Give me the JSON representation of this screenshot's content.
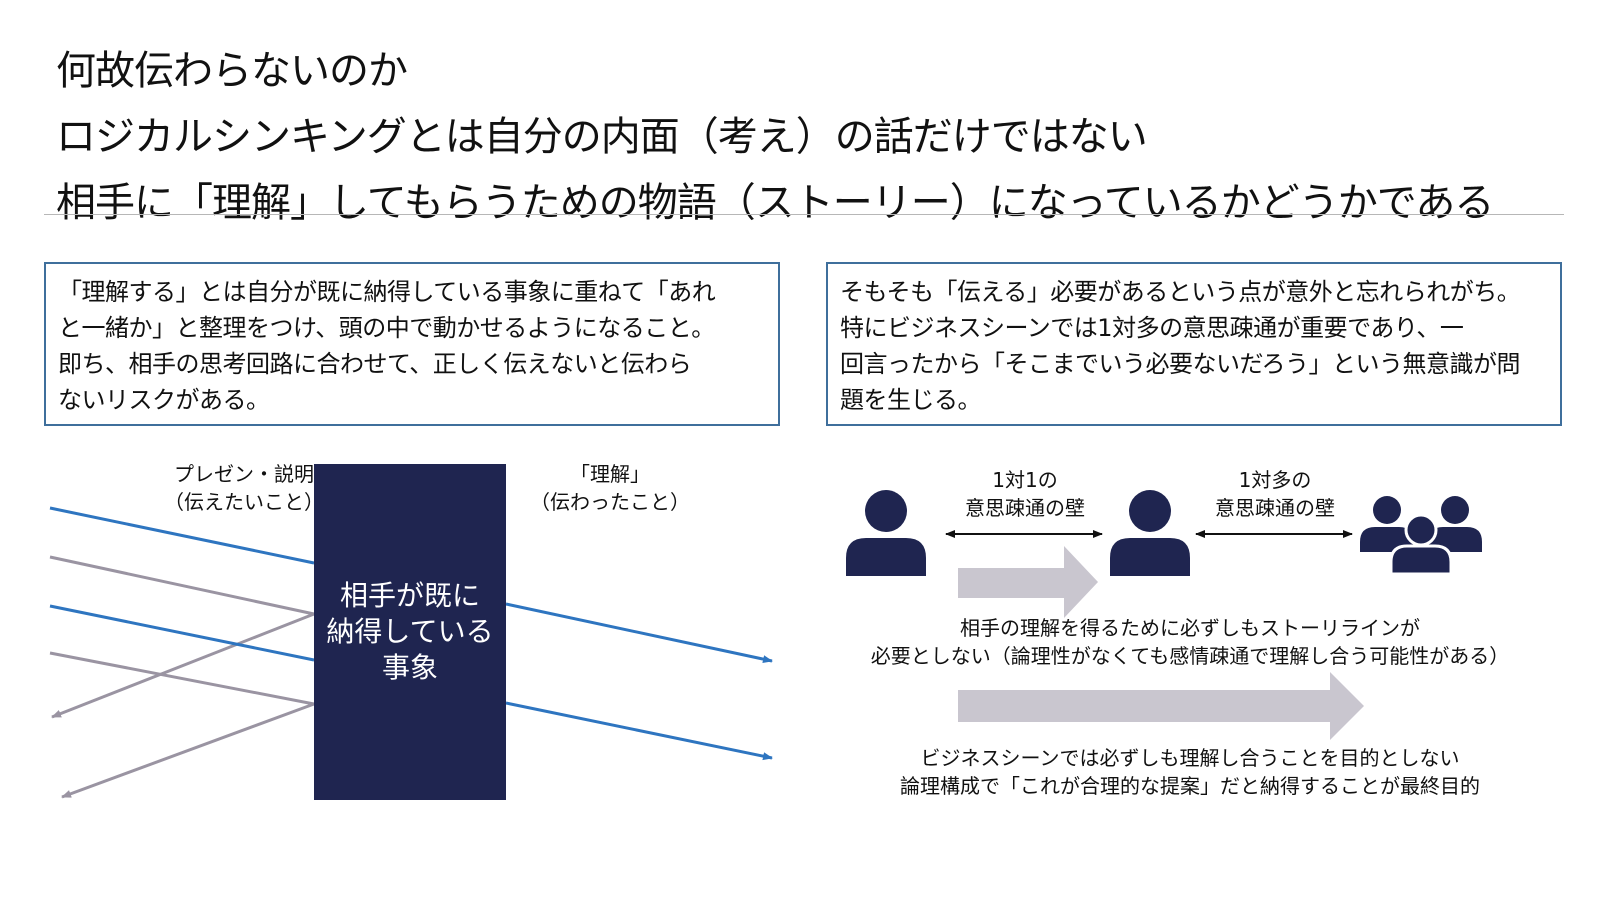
{
  "title": {
    "line1": "何故伝わらないのか",
    "line2": "ロジカルシンキングとは自分の内面（考え）の話だけではない",
    "line3": "相手に「理解」してもらうための物語（ストーリー）になっているかどうかである"
  },
  "left_box": {
    "lines": [
      "「理解する」とは自分が既に納得している事象に重ねて「あれ",
      "と一緒か」と整理をつけ、頭の中で動かせるようになること。",
      "即ち、相手の思考回路に合わせて、正しく伝えないと伝わら",
      "ないリスクがある。"
    ]
  },
  "right_box": {
    "lines": [
      "そもそも「伝える」必要があるという点が意外と忘れられがち。",
      "特にビジネスシーンでは1対多の意思疎通が重要であり、一",
      "回言ったから「そこまでいう必要ないだろう」という無意識が問",
      "題を生じる。"
    ]
  },
  "left_diagram": {
    "input_label": [
      "プレゼン・説明",
      "（伝えたいこと）"
    ],
    "output_label": [
      "「理解」",
      "（伝わったこと）"
    ],
    "core_lines": [
      "相手が既に",
      "納得している",
      "事象"
    ],
    "colors": {
      "pass": "#2e75c0",
      "reflect": "#9a94a2",
      "core": "#1f2550"
    }
  },
  "right_diagram": {
    "wall1": [
      "1対1の",
      "意思疎通の壁"
    ],
    "wall2": [
      "1対多の",
      "意思疎通の壁"
    ],
    "caption1": [
      "相手の理解を得るために必ずしもストーリラインが",
      "必要としない（論理性がなくても感情疎通で理解し合う可能性がある）"
    ],
    "caption2": [
      "ビジネスシーンでは必ずしも理解し合うことを目的としない",
      "論理構成で「これが合理的な提案」だと納得することが最終目的"
    ],
    "icons": [
      "person-icon",
      "person-icon",
      "group-icon"
    ],
    "colors": {
      "icon": "#1f2550",
      "arrow": "#c9c6cf"
    }
  }
}
